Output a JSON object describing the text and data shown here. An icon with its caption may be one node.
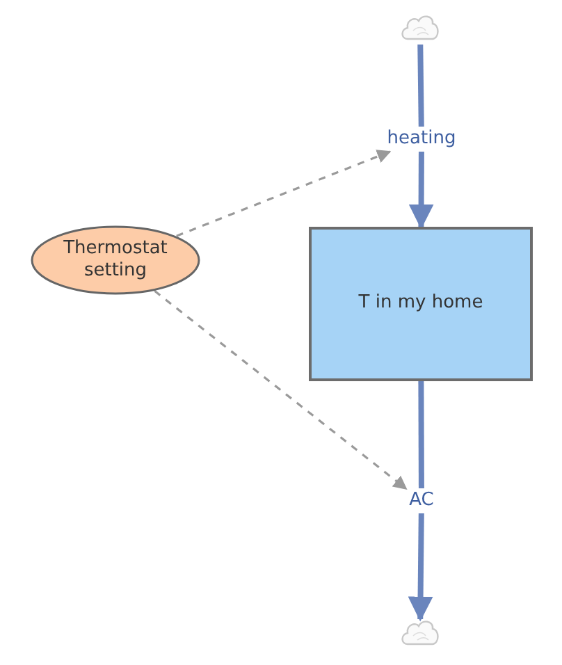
{
  "diagram": {
    "nodes": [
      {
        "text": [],
        "shape": "cloud"
      },
      {
        "text": [
          "heating"
        ]
      },
      {
        "text": [
          "Thermostat setting"
        ]
      },
      {
        "text": [
          "T in my home"
        ]
      },
      {
        "text": [
          "AC"
        ]
      },
      {
        "text": [],
        "shape": "cloud"
      }
    ],
    "edges": [
      {
        "from": 0,
        "to": 1,
        "arrow": "none"
      },
      {
        "from": 1,
        "to": 3,
        "arrow": "to"
      },
      {
        "from": 3,
        "to": 4,
        "arrow": "none"
      },
      {
        "from": 4,
        "to": 5,
        "arrow": "to"
      },
      {
        "from": 2,
        "to": 1,
        "arrow": "to",
        "style": "dashed",
        "color": "#9a9a9a"
      },
      {
        "from": 2,
        "to": 4,
        "arrow": "to",
        "style": "dashed",
        "color": "#9a9a9a"
      }
    ]
  }
}
